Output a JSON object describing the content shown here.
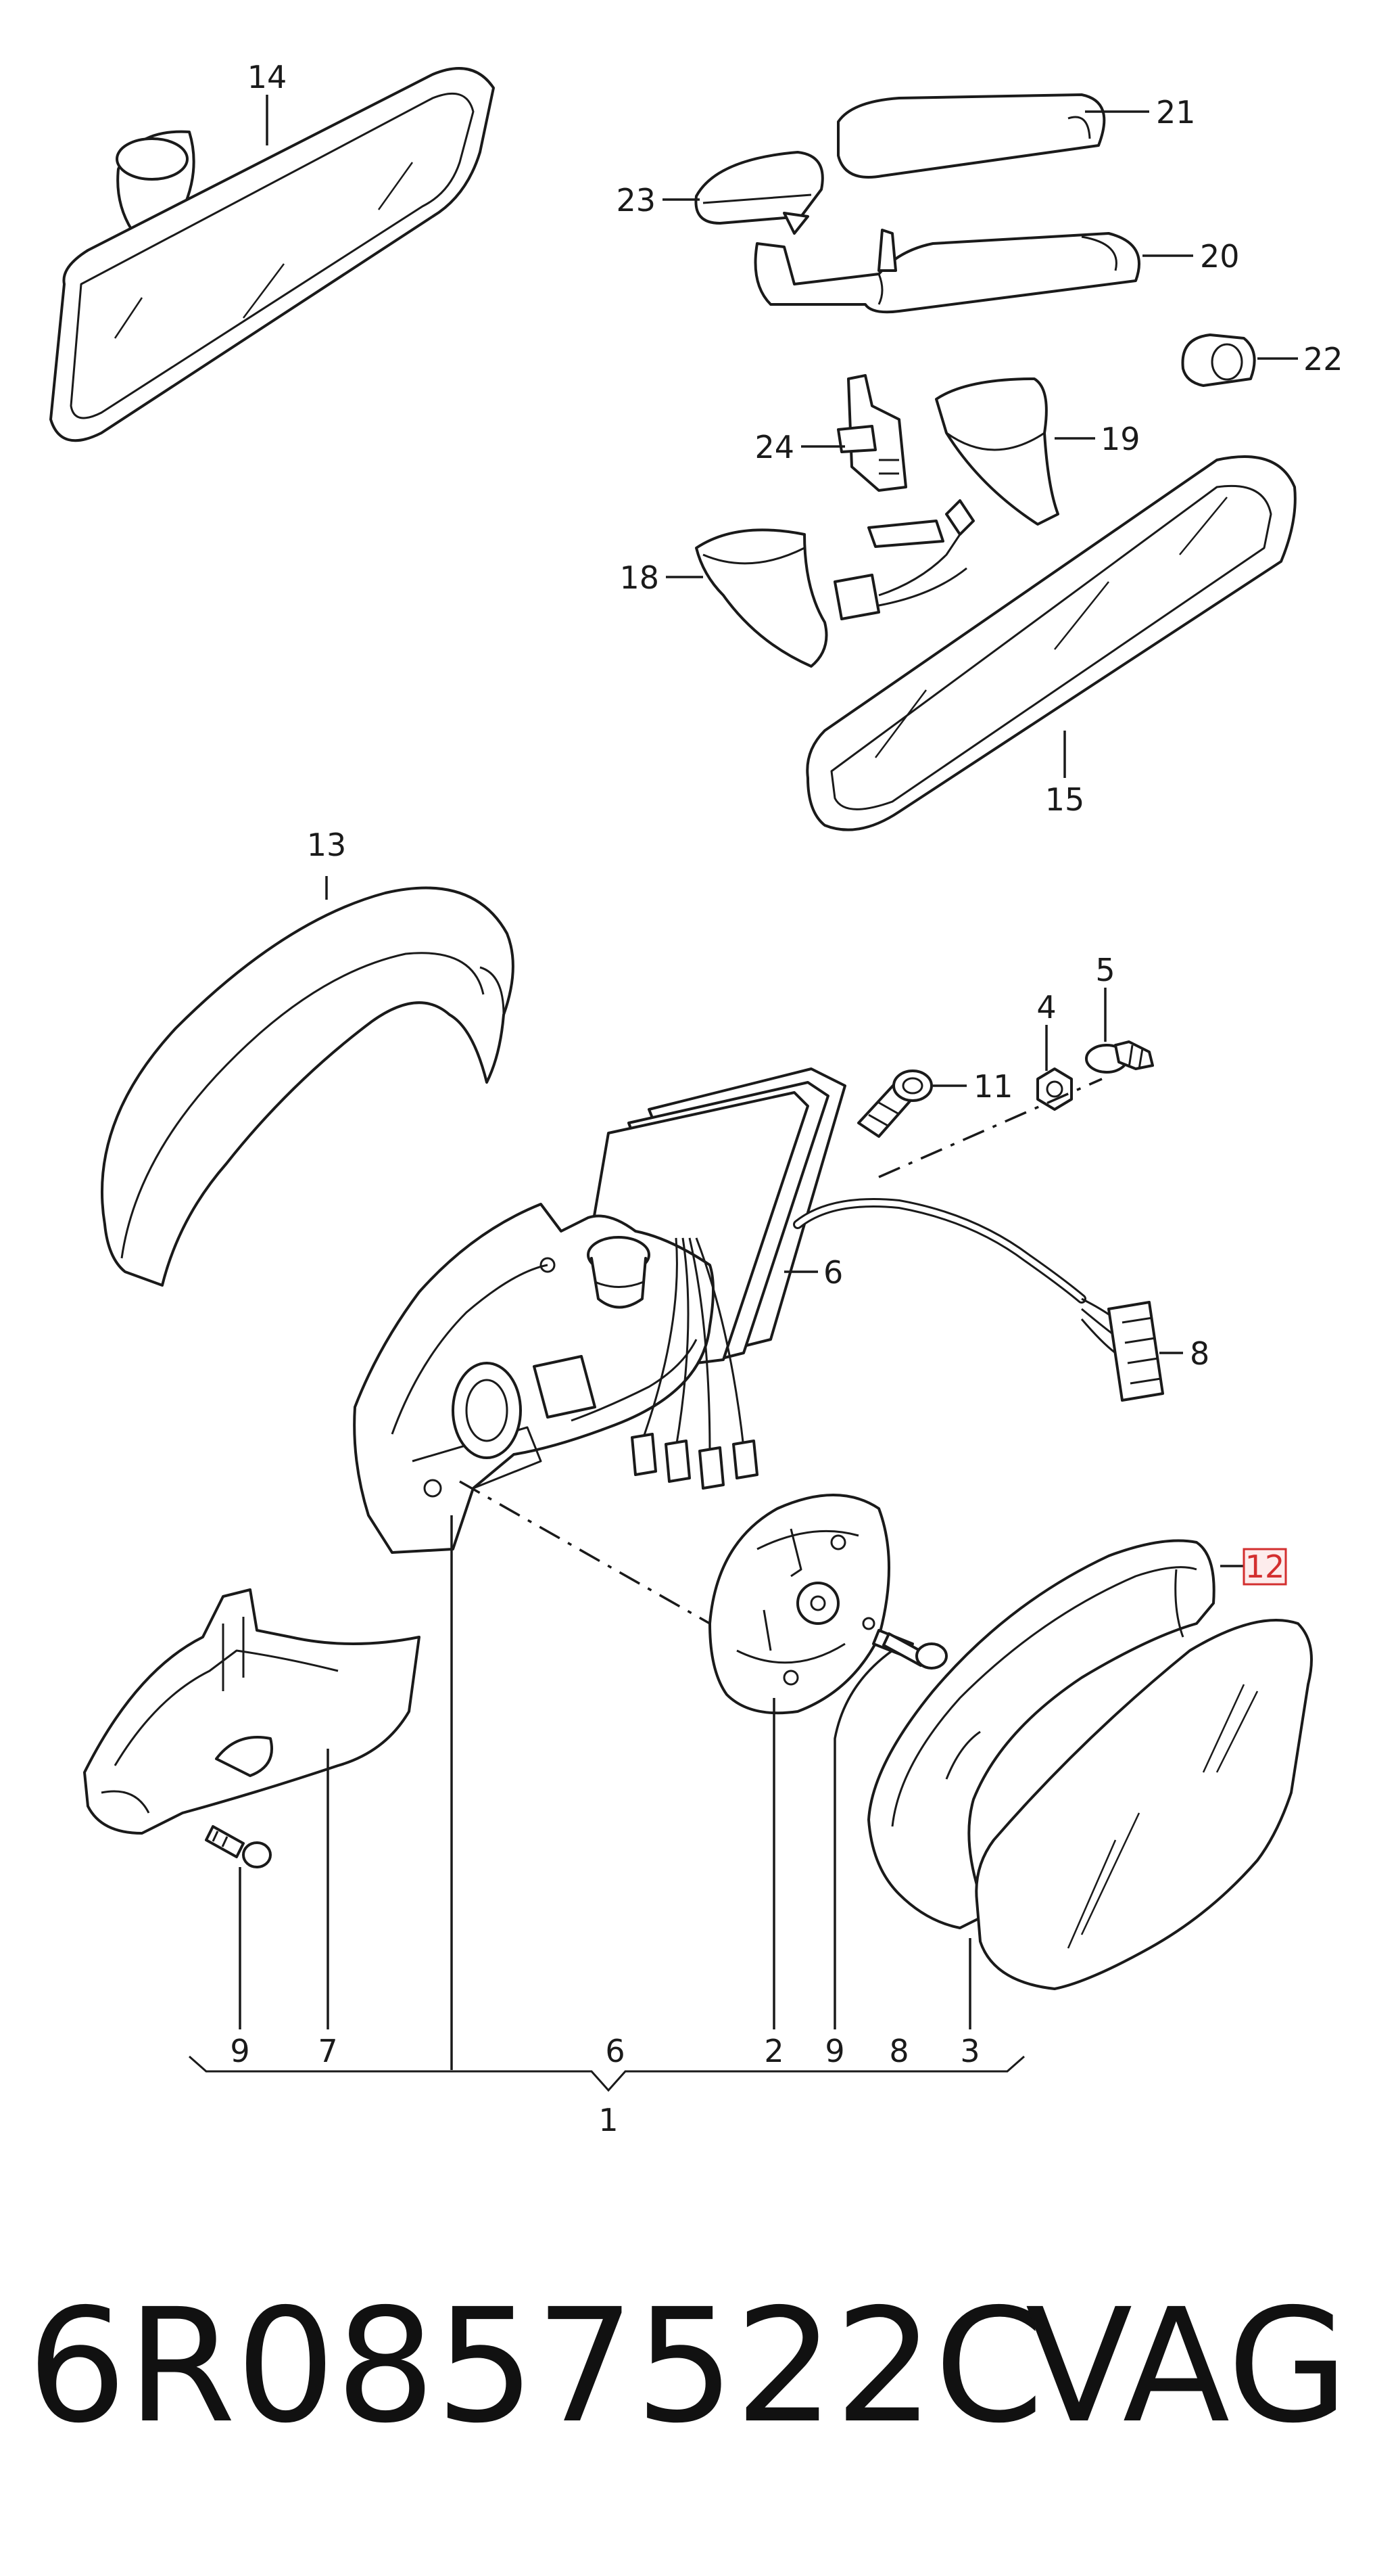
{
  "diagram": {
    "callouts": {
      "c1": "1",
      "c2": "2",
      "c3": "3",
      "c4": "4",
      "c5": "5",
      "c6_cable": "6",
      "c6_group": "6",
      "c7": "7",
      "c8_conn": "8",
      "c8_group": "8",
      "c9_left": "9",
      "c9_right": "9",
      "c11": "11",
      "c12": "12",
      "c13": "13",
      "c14": "14",
      "c15": "15",
      "c18": "18",
      "c19": "19",
      "c20": "20",
      "c21": "21",
      "c22": "22",
      "c23": "23",
      "c24": "24"
    },
    "highlighted_callout": "12",
    "highlight_color": "#d32f2f"
  },
  "footer": {
    "part_number": "6R0857522C",
    "brand": "VAG"
  }
}
